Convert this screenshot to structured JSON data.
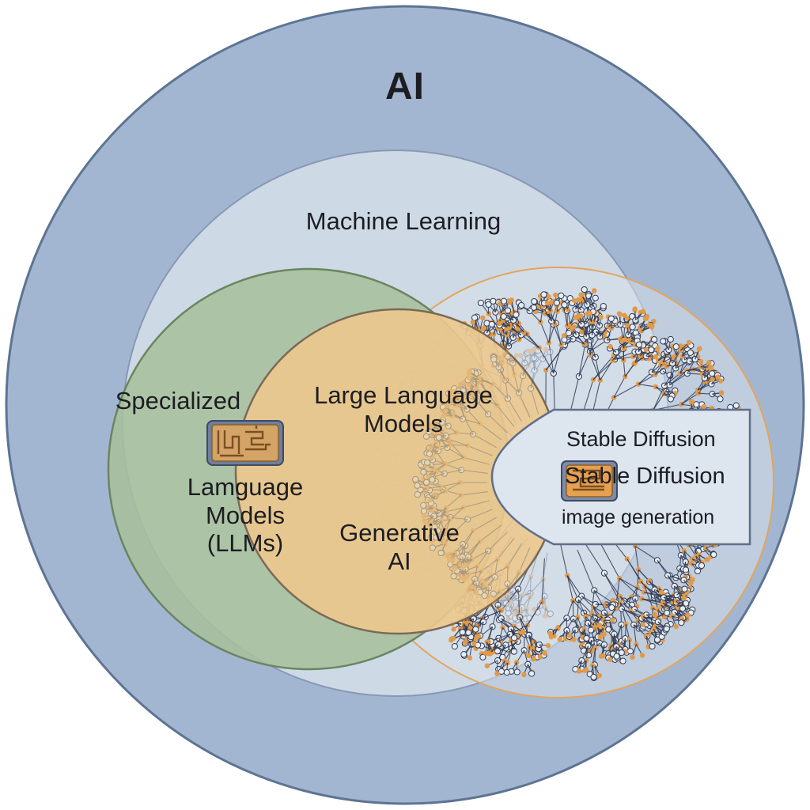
{
  "diagram": {
    "outer_label": "AI",
    "machine_learning_label": "Machine Learning",
    "specialized_label": "Specialized",
    "language_models_lines": [
      "Lamguage",
      "Models",
      "(LLMs)"
    ],
    "llm_lines": [
      "Large Language",
      "Models"
    ],
    "generative_lines": [
      "Generative",
      "AI"
    ],
    "stable_diffusion": {
      "line1": "Stable Diffusion",
      "line2": "Stable Diffusion",
      "line3": "image generation"
    }
  },
  "colors": {
    "outer_fill": "#a3b6d1",
    "outer_stroke": "#5d7493",
    "ml_fill": "#ced9e6",
    "specialized_fill": "#a8bf9c",
    "generative_fill": "#ecc88e",
    "network_node_orange": "#e09a4a",
    "network_line": "#2f3b56",
    "chip_fill": "#c99b5e"
  },
  "icons": [
    "chip-icon",
    "chip-icon",
    "neural-network-icon"
  ]
}
